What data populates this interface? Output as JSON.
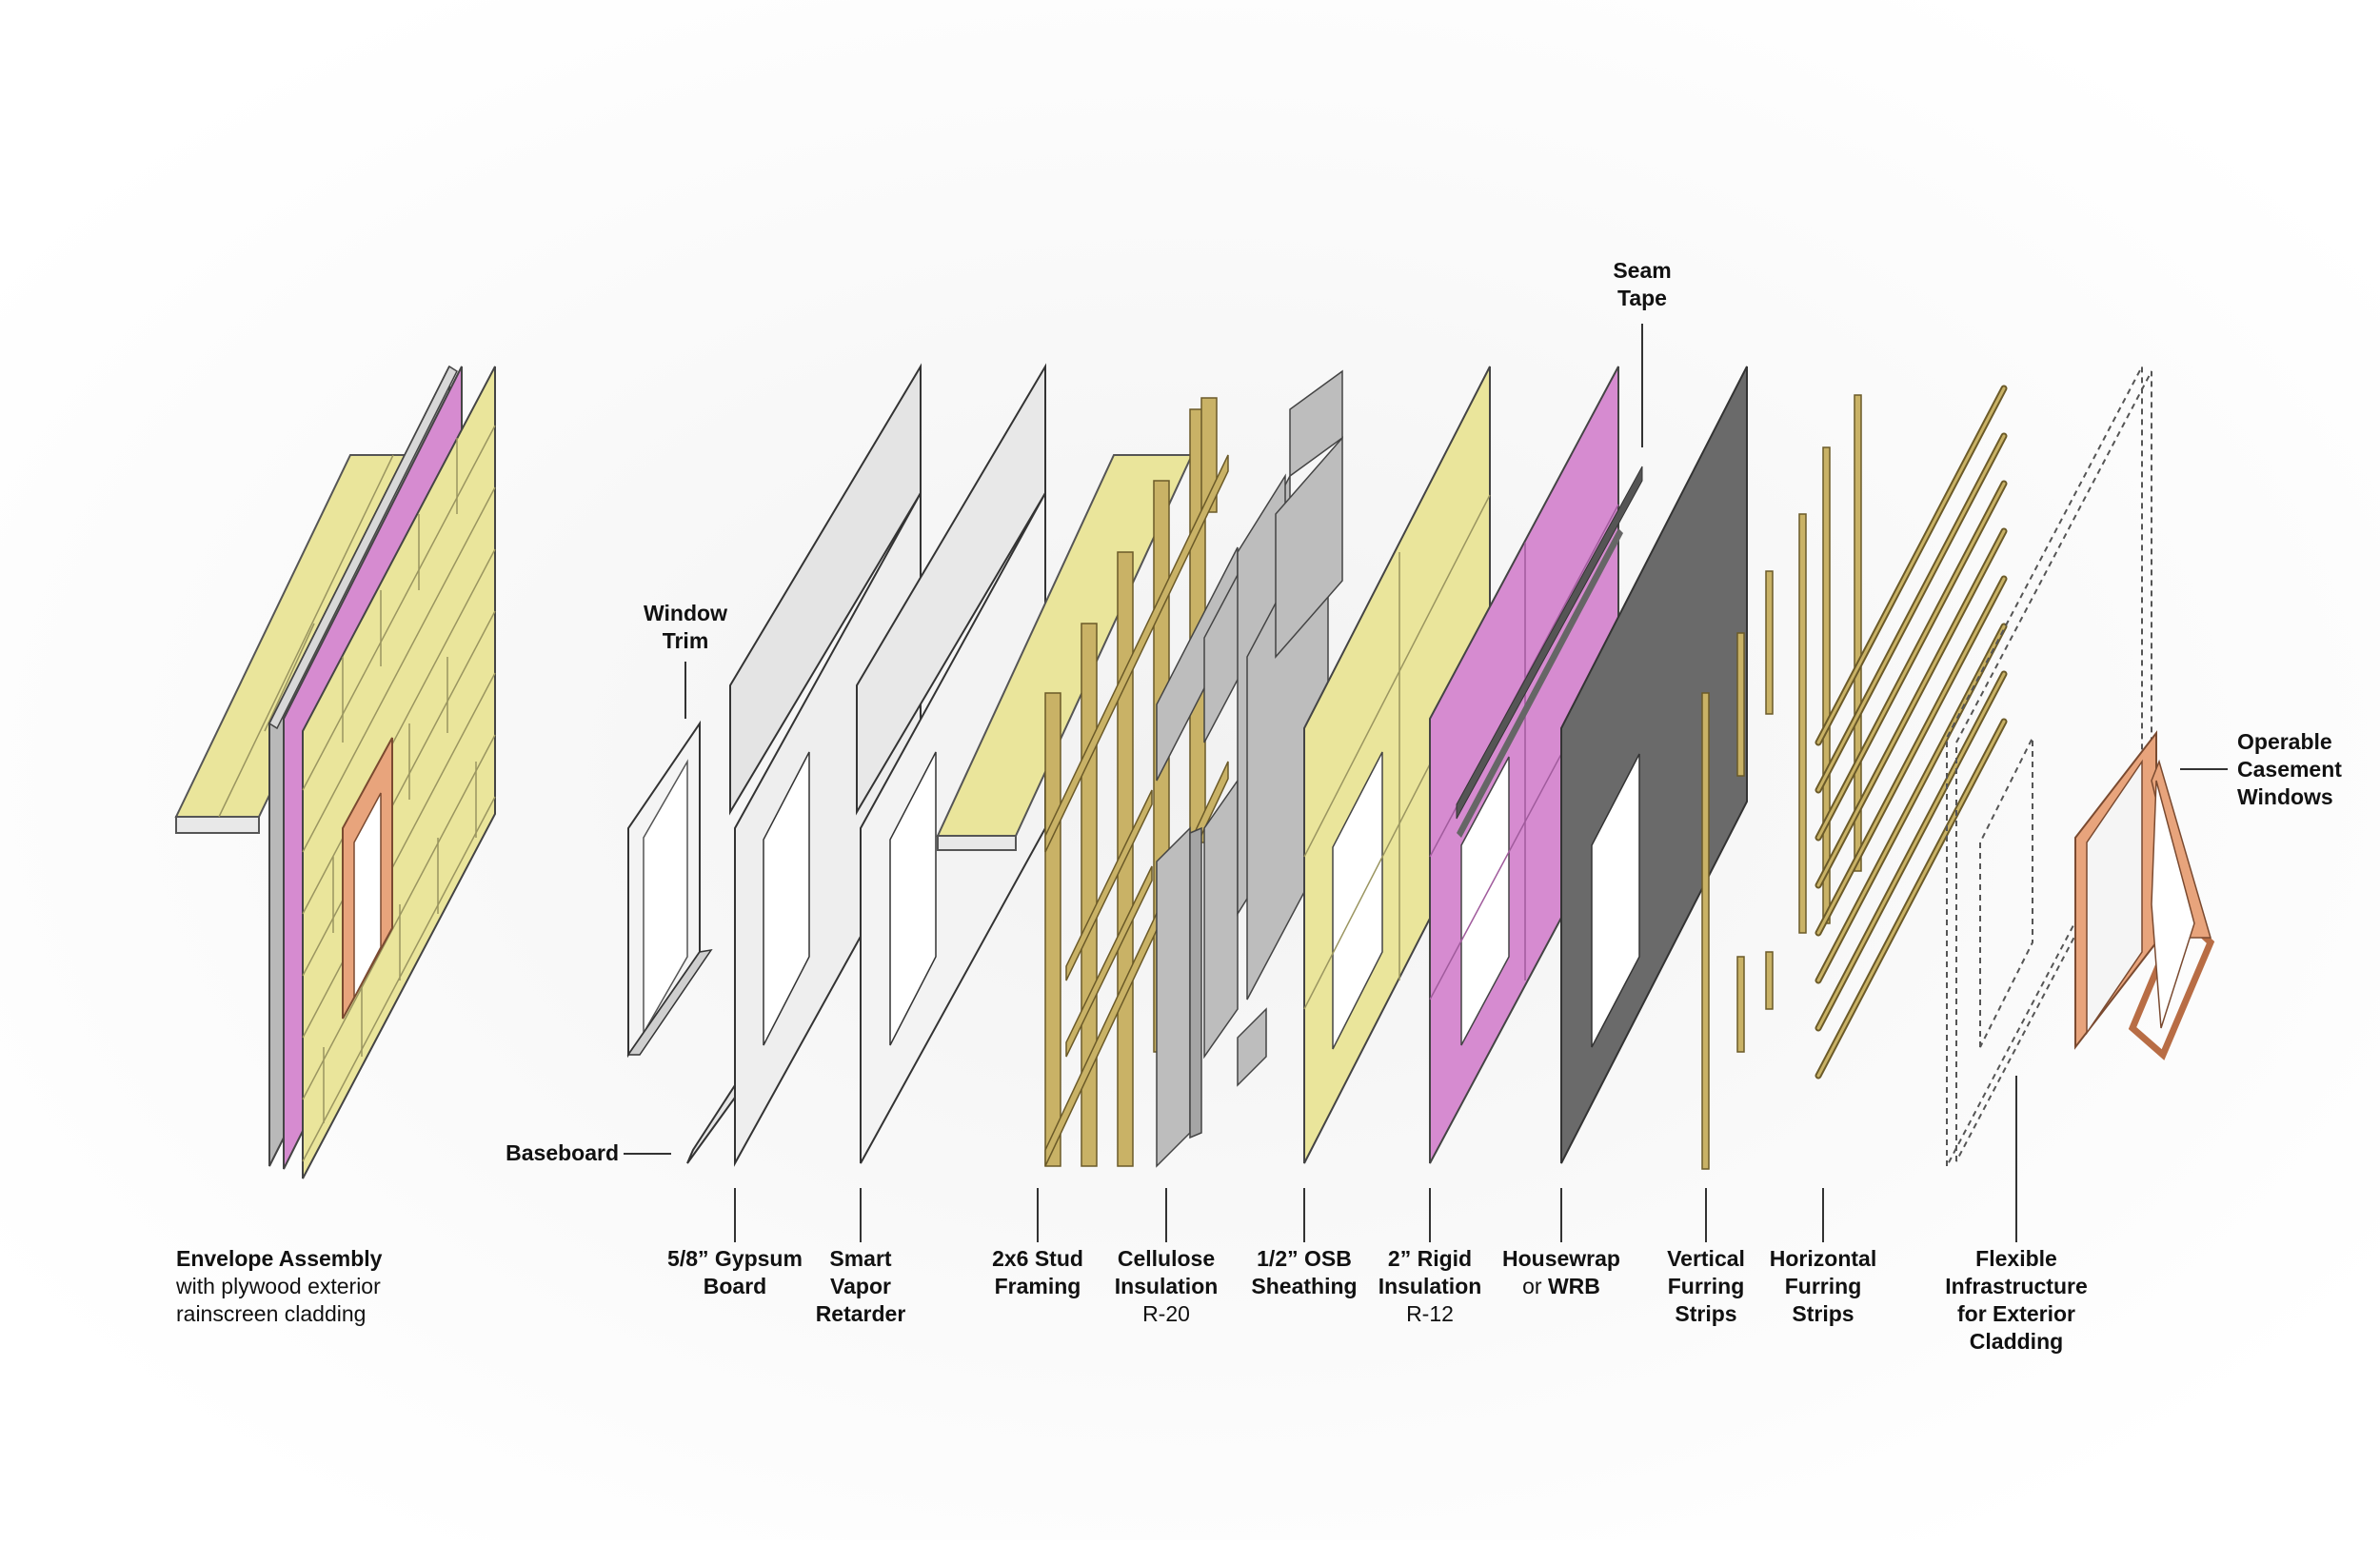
{
  "colors": {
    "yellow": "#eae59b",
    "yellow_dark": "#c9c478",
    "pink": "#d68bd0",
    "pink_dark": "#b86db2",
    "gray_board": "#d6d6d6",
    "gray_insul": "#b9b9b9",
    "wrb": "#6a6a6a",
    "stud": "#c9b266",
    "stud_dark": "#8e7a3c",
    "copper": "#e8a47c",
    "copper_dark": "#b86d45"
  },
  "labels": {
    "seam_tape": [
      "Seam",
      "Tape"
    ],
    "window_trim": [
      "Window",
      "Trim"
    ],
    "operable_windows": [
      "Operable",
      "Casement",
      "Windows"
    ],
    "baseboard": "Baseboard",
    "envelope": {
      "title": "Envelope Assembly",
      "sub1": "with plywood exterior",
      "sub2": "rainscreen cladding"
    },
    "gypsum": [
      "5/8” Gypsum",
      "Board"
    ],
    "vapor": [
      "Smart",
      "Vapor",
      "Retarder"
    ],
    "stud": [
      "2x6 Stud",
      "Framing"
    ],
    "cellulose": {
      "l1": "Cellulose",
      "l2": "Insulation",
      "l3": "R-20"
    },
    "osb": [
      "1/2” OSB",
      "Sheathing"
    ],
    "rigid": {
      "l1": "2” Rigid",
      "l2": "Insulation",
      "l3": "R-12"
    },
    "housewrap": {
      "l1": "Housewrap",
      "l2a": "or ",
      "l2b": "WRB"
    },
    "vertical": [
      "Vertical",
      "Furring",
      "Strips"
    ],
    "horizontal": [
      "Horizontal",
      "Furring",
      "Strips"
    ],
    "flexible": [
      "Flexible",
      "Infrastructure",
      "for Exterior",
      "Cladding"
    ]
  }
}
